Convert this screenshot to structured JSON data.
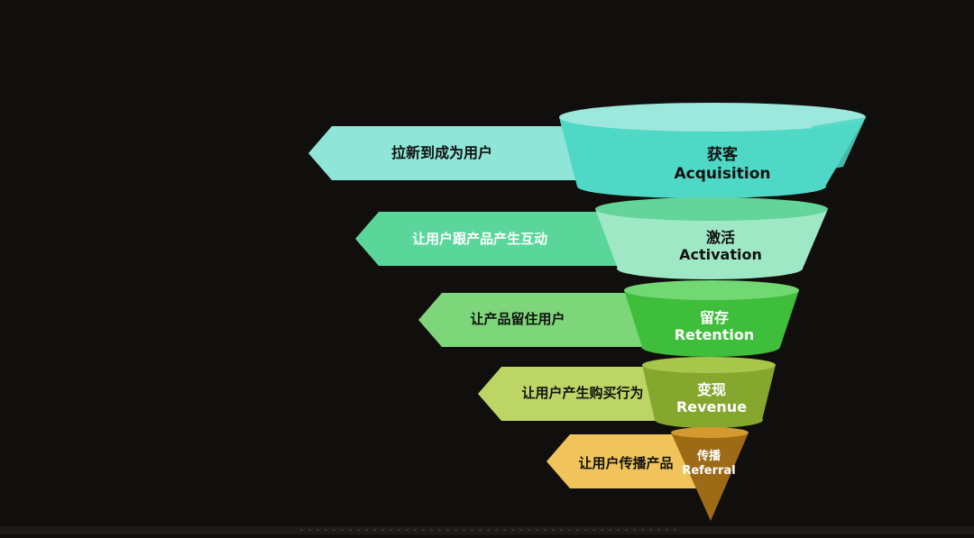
{
  "stages": [
    {
      "title": "获客",
      "subtitle": "Acquisition",
      "description": "拉新到成为用户",
      "colors": {
        "arrow": "#8fe5d7",
        "body": "#4fd8c6",
        "top": "#9de8dc",
        "text": "#111111",
        "desc": "#111111"
      }
    },
    {
      "title": "激活",
      "subtitle": "Activation",
      "description": "让用户跟产品产生互动",
      "colors": {
        "arrow": "#5bd69a",
        "body": "#9fe8c6",
        "top": "#63d49a",
        "text": "#111111",
        "desc": "#ffffff"
      }
    },
    {
      "title": "留存",
      "subtitle": "Retention",
      "description": "让产品留住用户",
      "colors": {
        "arrow": "#7ed67a",
        "body": "#3fbe3c",
        "top": "#72d873",
        "text": "#ffffff",
        "desc": "#111111"
      }
    },
    {
      "title": "变现",
      "subtitle": "Revenue",
      "description": "让用户产生购买行为",
      "colors": {
        "arrow": "#bcd565",
        "body": "#86a72e",
        "top": "#a8c64a",
        "text": "#ffffff",
        "desc": "#111111"
      }
    },
    {
      "title": "传播",
      "subtitle": "Referral",
      "description": "让用户传播产品",
      "colors": {
        "arrow": "#f0c45a",
        "body": "#9d6b16",
        "top": "#d39a2e",
        "text": "#ffffff",
        "desc": "#111111"
      }
    }
  ]
}
